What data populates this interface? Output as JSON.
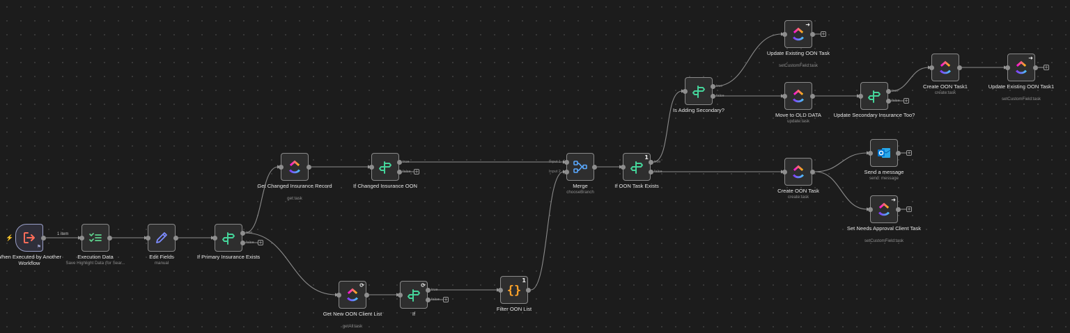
{
  "edge_labels": {
    "items": "1 item"
  },
  "ports": {
    "true": "true",
    "false": "false",
    "input1": "Input 1",
    "input2": "Input 2"
  },
  "nodes": [
    {
      "id": "trigger",
      "name": "When Executed by Another Workflow",
      "sub": "",
      "icon": "exit-icon"
    },
    {
      "id": "exec",
      "name": "Execution Data",
      "sub": "Save Highlight Data (for Sear...",
      "icon": "checklist-icon"
    },
    {
      "id": "edit",
      "name": "Edit Fields",
      "sub": "manual",
      "icon": "pencil-icon"
    },
    {
      "id": "if_primary",
      "name": "If Primary Insurance Exists",
      "sub": "",
      "icon": "signpost-icon"
    },
    {
      "id": "get_changed",
      "name": "Get Changed Insurance Record",
      "sub": "get:task",
      "icon": "clickup-icon"
    },
    {
      "id": "if_changed",
      "name": "If Changed Insurance OON",
      "sub": "",
      "icon": "signpost-icon"
    },
    {
      "id": "get_new",
      "name": "Get New OON Client List",
      "sub": "getAll:task",
      "icon": "clickup-icon",
      "badge": "loop"
    },
    {
      "id": "if_plain",
      "name": "If",
      "sub": "",
      "icon": "signpost-icon",
      "badge": "loop"
    },
    {
      "id": "filter",
      "name": "Filter OON List",
      "sub": "",
      "icon": "code-icon",
      "badge": "1"
    },
    {
      "id": "merge",
      "name": "Merge",
      "sub": "chooseBranch",
      "icon": "merge-icon"
    },
    {
      "id": "if_oon",
      "name": "If OON Task Exists",
      "sub": "",
      "icon": "signpost-icon",
      "badge": "1"
    },
    {
      "id": "is_adding",
      "name": "Is Adding Secondary?",
      "sub": "",
      "icon": "signpost-icon"
    },
    {
      "id": "update_existing",
      "name": "Update Existing OON Task",
      "sub": "setCustomField:task",
      "icon": "clickup-icon",
      "badge": "arrow"
    },
    {
      "id": "move_old",
      "name": "Move to OLD DATA",
      "sub": "update:task",
      "icon": "clickup-icon"
    },
    {
      "id": "update_secondary",
      "name": "Update Secondary Insurance Too?",
      "sub": "",
      "icon": "signpost-icon"
    },
    {
      "id": "create_oon1",
      "name": "Create OON Task1",
      "sub": "create:task",
      "icon": "clickup-icon"
    },
    {
      "id": "update_existing1",
      "name": "Update Existing OON Task1",
      "sub": "setCustomField:task",
      "icon": "clickup-icon",
      "badge": "arrow"
    },
    {
      "id": "create_oon",
      "name": "Create OON Task",
      "sub": "create:task",
      "icon": "clickup-icon"
    },
    {
      "id": "send_msg",
      "name": "Send a message",
      "sub": "send: message",
      "icon": "outlook-icon"
    },
    {
      "id": "set_needs",
      "name": "Set Needs Approval Client Task",
      "sub": "setCustomField:task",
      "icon": "clickup-icon",
      "badge": "arrow"
    }
  ]
}
